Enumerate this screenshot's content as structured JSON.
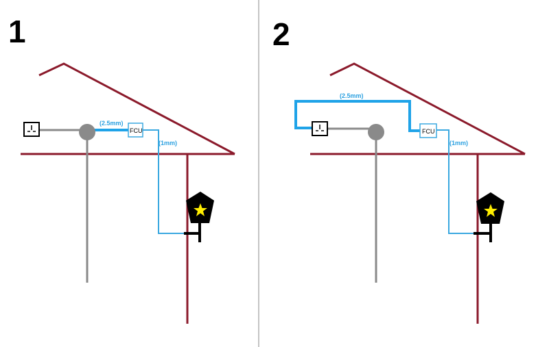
{
  "colors": {
    "roof": "#8b1a2b",
    "cable_thick": "#1fa3e8",
    "cable_thin": "#3aa8e0",
    "supply": "#8a8a8a",
    "lamp": "#000000",
    "star": "#ffee00",
    "divider": "#888888"
  },
  "panels": [
    {
      "number": "1",
      "fcu_label": "FCU",
      "feed_label": "(2.5mm)",
      "lamp_label": "(1mm)"
    },
    {
      "number": "2",
      "fcu_label": "FCU",
      "feed_label": "(2.5mm)",
      "lamp_label": "(1mm)"
    }
  ],
  "icons": {
    "socket": "socket-outlet-icon",
    "junction": "junction-box-icon",
    "lamp": "wall-lantern-icon",
    "star": "star-icon"
  }
}
